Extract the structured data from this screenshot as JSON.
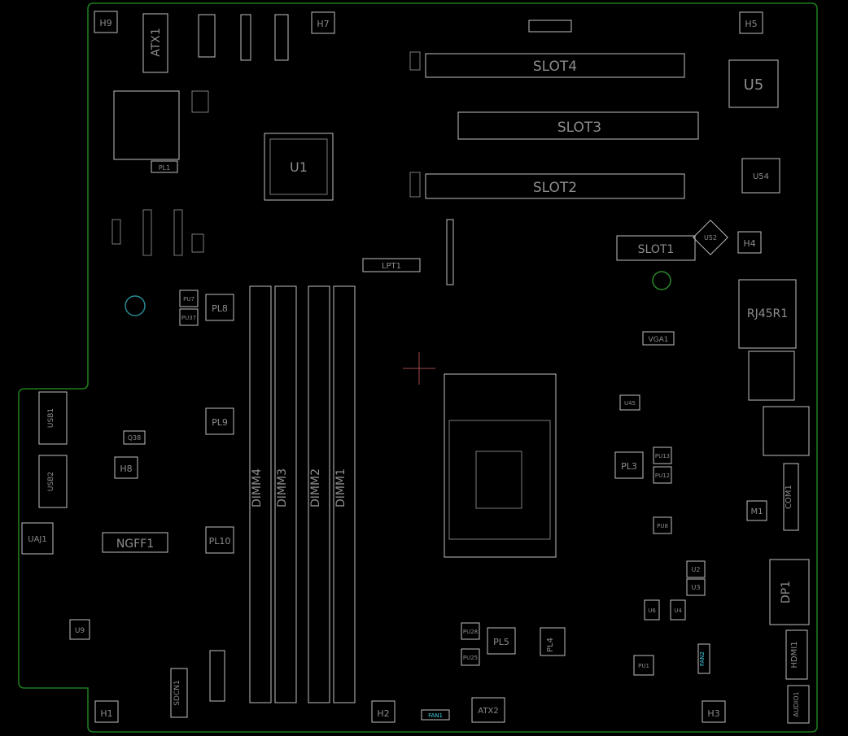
{
  "board": {
    "labels": {
      "h9": "H9",
      "h7": "H7",
      "h5": "H5",
      "h4": "H4",
      "h8": "H8",
      "h1": "H1",
      "h2": "H2",
      "h3": "H3",
      "atx1": "ATX1",
      "atx2": "ATX2",
      "slot1": "SLOT1",
      "slot2": "SLOT2",
      "slot3": "SLOT3",
      "slot4": "SLOT4",
      "u5": "U5",
      "u1": "U1",
      "u54": "U54",
      "pl1": "PL1",
      "pl8": "PL8",
      "pl9": "PL9",
      "pl10": "PL10",
      "pl3": "PL3",
      "pl5": "PL5",
      "pl4": "PL4",
      "pu7": "PU7",
      "pu37": "PU37",
      "pu28": "PU28",
      "pu25": "PU25",
      "pu13": "PU13",
      "pu12": "PU12",
      "pu8": "PU8",
      "pu1": "PU1",
      "q38": "Q38",
      "u45": "U45",
      "vga1": "VGA1",
      "u3": "U3",
      "u6": "U6",
      "u4": "U4",
      "u2": "U2",
      "u9": "U9",
      "u52": "U52",
      "rj45r1": "RJ45R1",
      "hdmi1": "HDMI1",
      "dp1": "DP1",
      "com1": "COM1",
      "m1": "M1",
      "lpt1": "LPT1",
      "ngff1": "NGFF1",
      "uaj1": "UAJ1",
      "usb1": "USB1",
      "usb2": "USB2",
      "dimm1": "DIMM1",
      "dimm2": "DIMM2",
      "dimm3": "DIMM3",
      "dimm4": "DIMM4",
      "fan1": "FAN1",
      "fan2": "FAN2",
      "audio1": "AUDIO1",
      "sdcn1": "SDCN1"
    }
  },
  "colors": {
    "outline": "#1f7a1f",
    "part": "#bfbfbf",
    "label": "#8c8c8c",
    "fan_label": "#3fd0e0",
    "background": "#000000"
  }
}
